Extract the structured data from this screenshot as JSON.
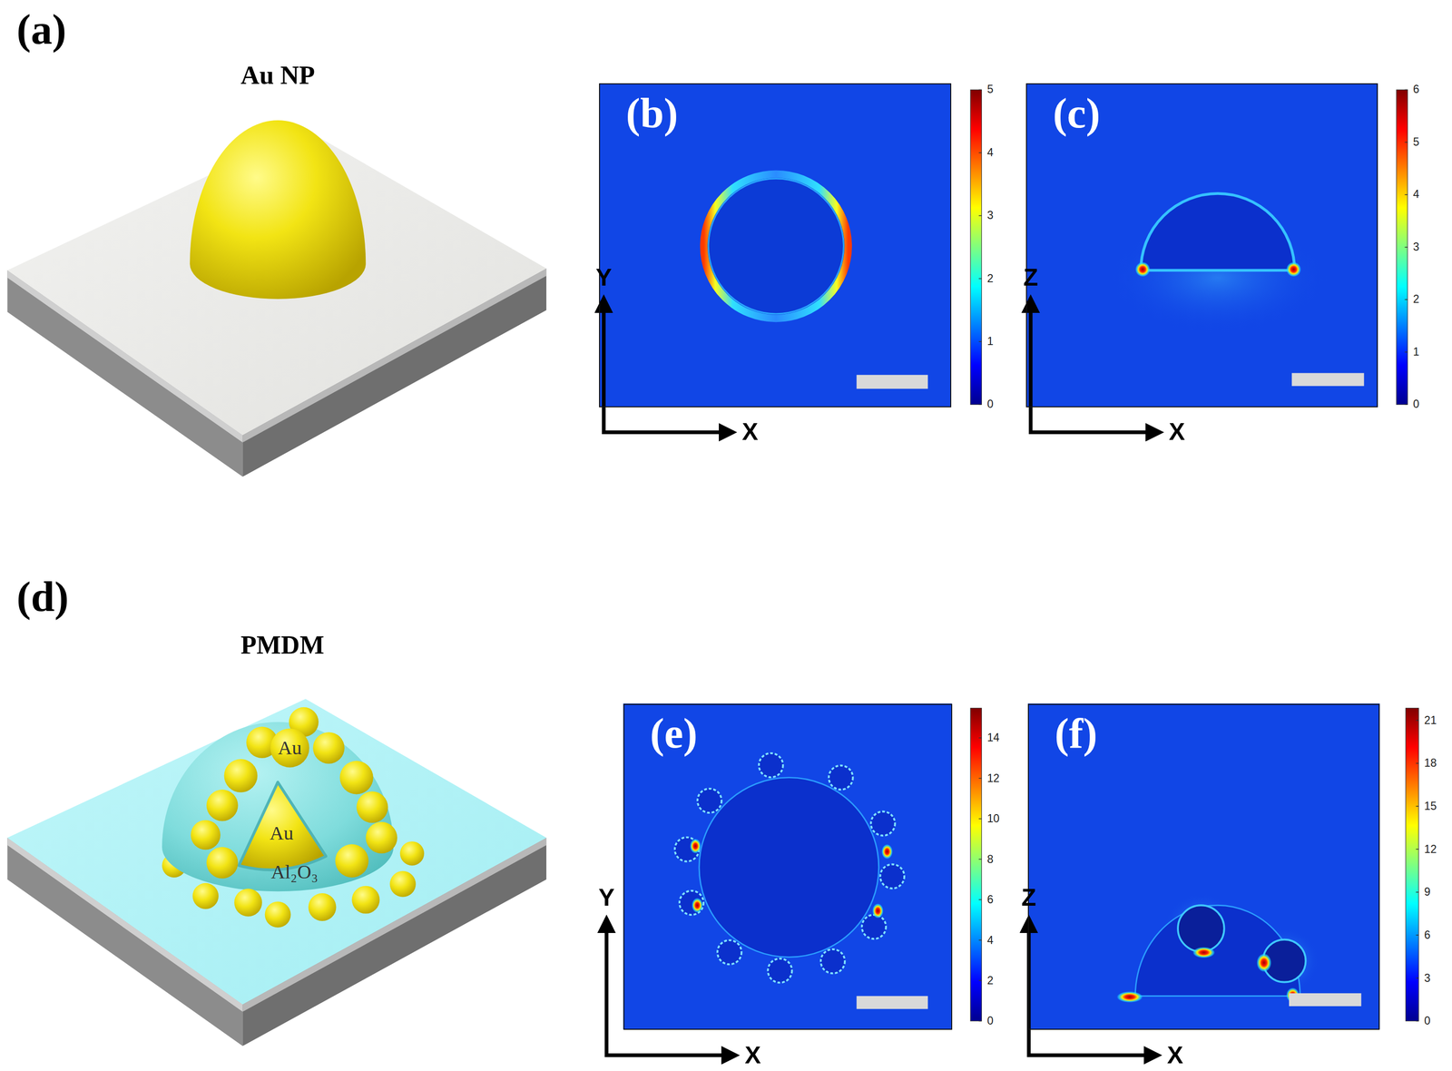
{
  "diagram": {
    "nodes": [
      {
        "text": [
          "(b)"
        ]
      },
      {
        "text": [
          "(c)"
        ]
      },
      {
        "text": [
          "(e)"
        ]
      },
      {
        "text": [
          "(f)"
        ]
      }
    ],
    "labels": [
      "(a)",
      "Au NP",
      "(d)",
      "PMDM",
      "Au",
      "Au",
      "Al₂O₃",
      "Y",
      "X",
      "Z",
      "X",
      "Y",
      "X",
      "Z",
      "X",
      "0",
      "1",
      "2",
      "3",
      "4",
      "5",
      "0",
      "1",
      "2",
      "3",
      "4",
      "5",
      "6",
      "0",
      "2",
      "4",
      "6",
      "8",
      "10",
      "12",
      "14",
      "0",
      "3",
      "6",
      "9",
      "12",
      "15",
      "18",
      "21"
    ]
  }
}
